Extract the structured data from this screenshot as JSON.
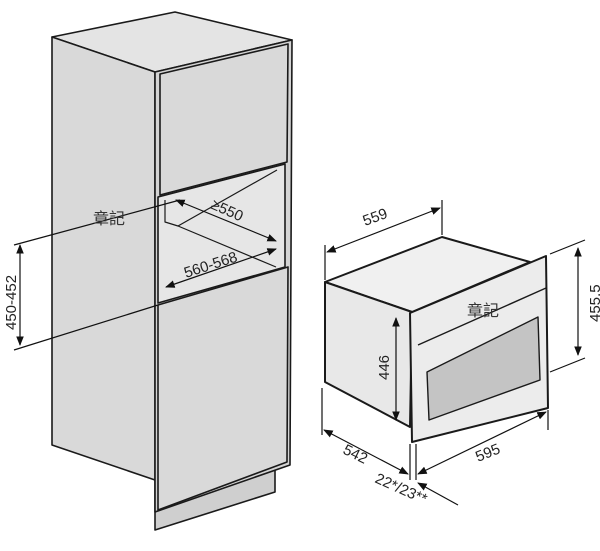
{
  "watermark": "章記",
  "cabinet": {
    "niche_depth": "≥550",
    "niche_width": "560-568",
    "niche_height": "450-452"
  },
  "appliance": {
    "depth_top": "559",
    "front_height": "455,5",
    "body_height": "446",
    "body_depth": "542",
    "front_width": "595",
    "front_thickness": "22*/23**"
  },
  "colors": {
    "panel": "#d9d9d9",
    "window": "#c4c4c4",
    "line": "#1a1a1a"
  }
}
